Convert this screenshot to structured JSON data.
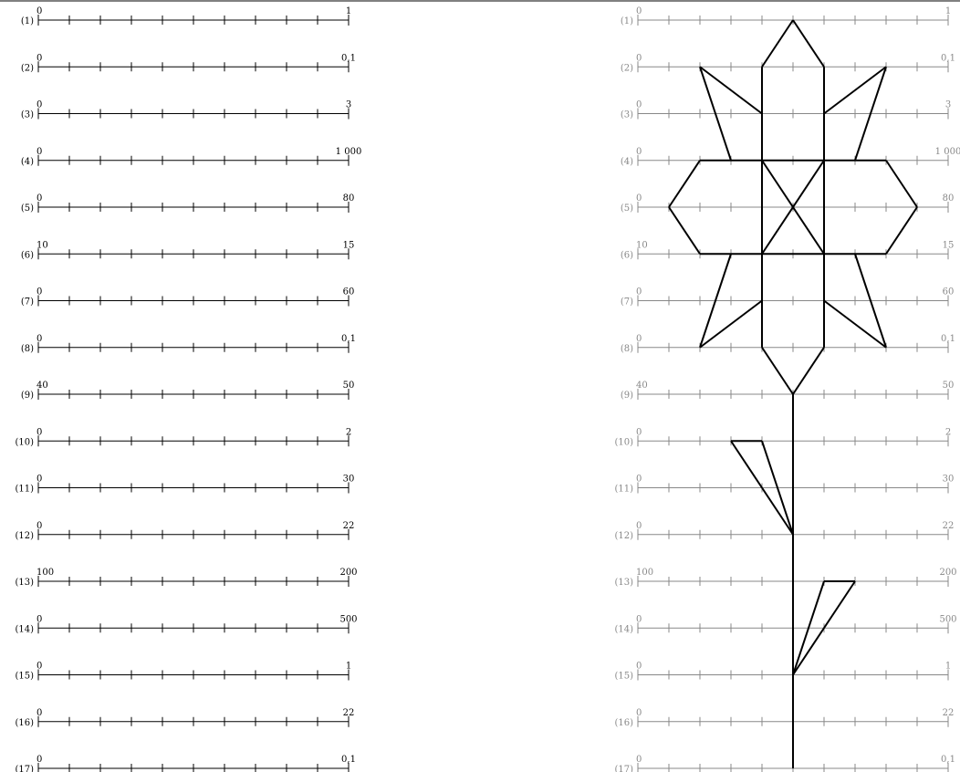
{
  "lines": [
    {
      "index": "(1)",
      "start": "0",
      "end": "1"
    },
    {
      "index": "(2)",
      "start": "0",
      "end": "0,1"
    },
    {
      "index": "(3)",
      "start": "0",
      "end": "3"
    },
    {
      "index": "(4)",
      "start": "0",
      "end": "1 000"
    },
    {
      "index": "(5)",
      "start": "0",
      "end": "80"
    },
    {
      "index": "(6)",
      "start": "10",
      "end": "15"
    },
    {
      "index": "(7)",
      "start": "0",
      "end": "60"
    },
    {
      "index": "(8)",
      "start": "0",
      "end": "0,1"
    },
    {
      "index": "(9)",
      "start": "40",
      "end": "50"
    },
    {
      "index": "(10)",
      "start": "0",
      "end": "2"
    },
    {
      "index": "(11)",
      "start": "0",
      "end": "30"
    },
    {
      "index": "(12)",
      "start": "0",
      "end": "22"
    },
    {
      "index": "(13)",
      "start": "100",
      "end": "200"
    },
    {
      "index": "(14)",
      "start": "0",
      "end": "500"
    },
    {
      "index": "(15)",
      "start": "0",
      "end": "1"
    },
    {
      "index": "(16)",
      "start": "0",
      "end": "22"
    },
    {
      "index": "(17)",
      "start": "0",
      "end": "0,1"
    }
  ],
  "ticks_per_line": 10,
  "colors": {
    "left_axis": "#000000",
    "right_axis": "#888888",
    "figure": "#000000"
  },
  "figure_segments": [
    [
      [
        5,
        1
      ],
      [
        4,
        2
      ]
    ],
    [
      [
        5,
        1
      ],
      [
        6,
        2
      ]
    ],
    [
      [
        4,
        2
      ],
      [
        4,
        3
      ]
    ],
    [
      [
        6,
        2
      ],
      [
        6,
        3
      ]
    ],
    [
      [
        2,
        2
      ],
      [
        4,
        3
      ]
    ],
    [
      [
        2,
        2
      ],
      [
        3,
        4
      ]
    ],
    [
      [
        8,
        2
      ],
      [
        6,
        3
      ]
    ],
    [
      [
        8,
        2
      ],
      [
        7,
        4
      ]
    ],
    [
      [
        4,
        3
      ],
      [
        4,
        4
      ]
    ],
    [
      [
        6,
        3
      ],
      [
        6,
        4
      ]
    ],
    [
      [
        2,
        4
      ],
      [
        8,
        4
      ]
    ],
    [
      [
        2,
        4
      ],
      [
        1,
        5
      ]
    ],
    [
      [
        1,
        5
      ],
      [
        2,
        6
      ]
    ],
    [
      [
        8,
        4
      ],
      [
        9,
        5
      ]
    ],
    [
      [
        9,
        5
      ],
      [
        8,
        6
      ]
    ],
    [
      [
        4,
        4
      ],
      [
        4,
        6
      ]
    ],
    [
      [
        6,
        4
      ],
      [
        6,
        6
      ]
    ],
    [
      [
        4,
        4
      ],
      [
        6,
        6
      ]
    ],
    [
      [
        6,
        4
      ],
      [
        4,
        6
      ]
    ],
    [
      [
        2,
        6
      ],
      [
        8,
        6
      ]
    ],
    [
      [
        4,
        6
      ],
      [
        4,
        8
      ]
    ],
    [
      [
        6,
        6
      ],
      [
        6,
        8
      ]
    ],
    [
      [
        3,
        6
      ],
      [
        2,
        8
      ]
    ],
    [
      [
        2,
        8
      ],
      [
        4,
        7
      ]
    ],
    [
      [
        7,
        6
      ],
      [
        8,
        8
      ]
    ],
    [
      [
        8,
        8
      ],
      [
        6,
        7
      ]
    ],
    [
      [
        4,
        8
      ],
      [
        5,
        9
      ]
    ],
    [
      [
        6,
        8
      ],
      [
        5,
        9
      ]
    ],
    [
      [
        5,
        9
      ],
      [
        5,
        17
      ]
    ],
    [
      [
        3,
        10
      ],
      [
        4,
        10
      ]
    ],
    [
      [
        3,
        10
      ],
      [
        5,
        12
      ]
    ],
    [
      [
        4,
        10
      ],
      [
        5,
        12
      ]
    ],
    [
      [
        6,
        13
      ],
      [
        7,
        13
      ]
    ],
    [
      [
        6,
        13
      ],
      [
        5,
        15
      ]
    ],
    [
      [
        7,
        13
      ],
      [
        5,
        15
      ]
    ]
  ]
}
